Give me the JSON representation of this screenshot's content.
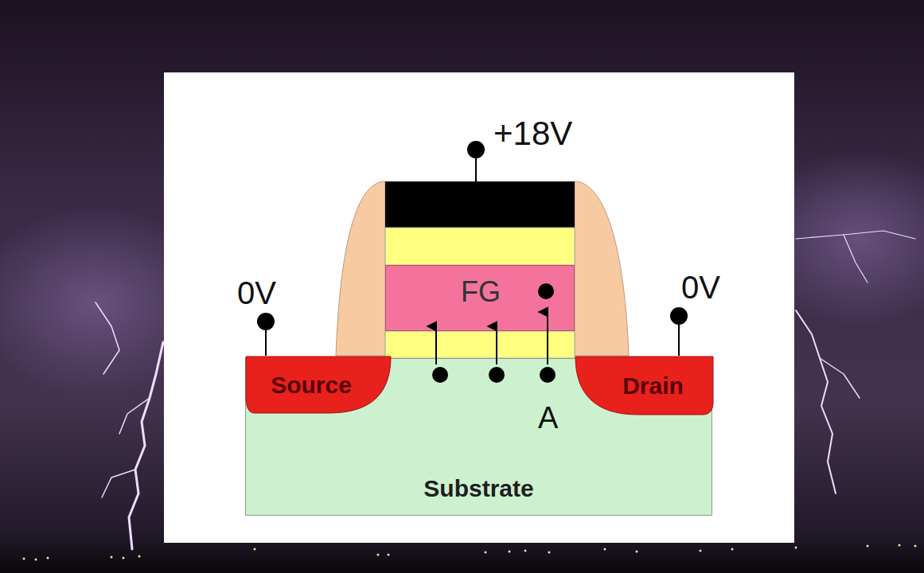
{
  "diagram": {
    "nodes": [
      {
        "text": [
          "Substrate"
        ]
      },
      {
        "text": [
          "Source"
        ],
        "in": 0
      },
      {
        "text": [
          "Drain"
        ],
        "in": 0
      },
      {
        "text": [
          "FG"
        ]
      }
    ],
    "labels": [
      "+18V",
      "0V",
      "0V",
      "A"
    ]
  }
}
